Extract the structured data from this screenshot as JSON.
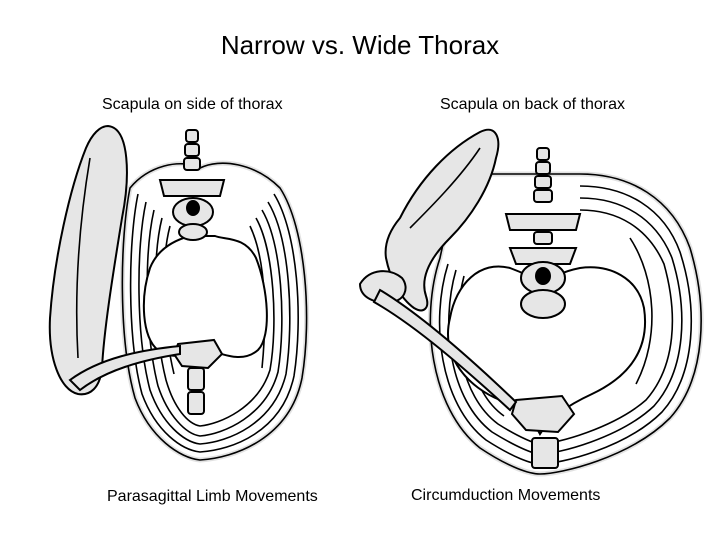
{
  "slide": {
    "title": "Narrow vs. Wide Thorax"
  },
  "left_panel": {
    "top_label": "Scapula on side of thorax",
    "bottom_label": "Parasagittal Limb Movements"
  },
  "right_panel": {
    "top_label": "Scapula on back of thorax",
    "bottom_label": "Circumduction Movements"
  }
}
